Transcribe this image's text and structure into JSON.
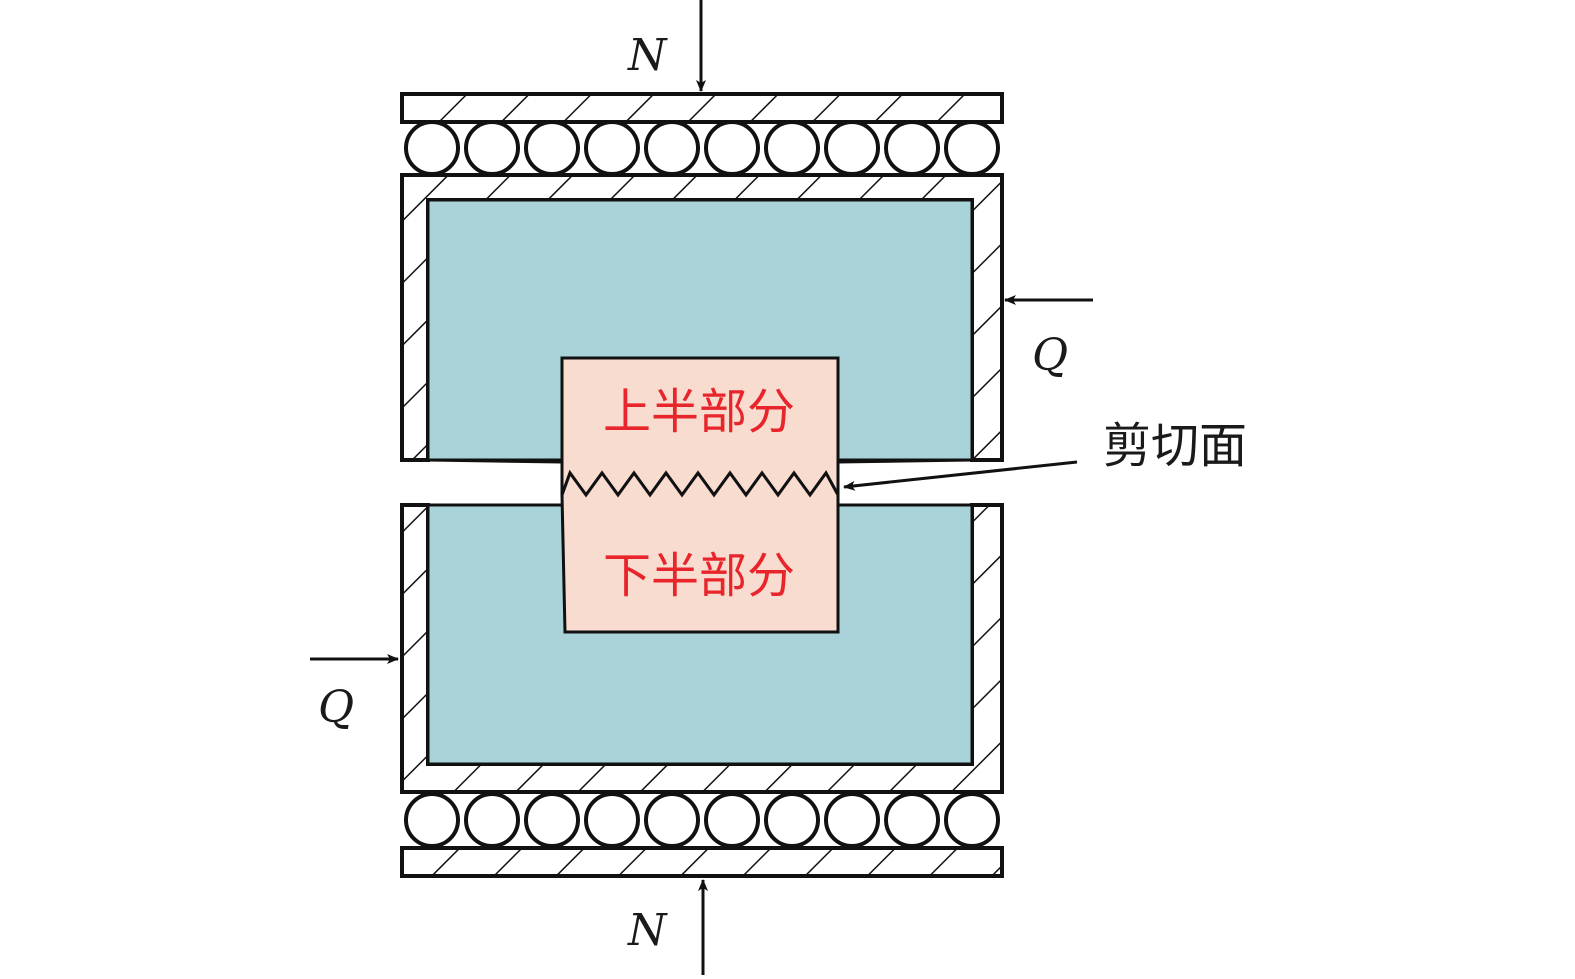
{
  "labels": {
    "force_n_top": "N",
    "force_n_bottom": "N",
    "force_q_right": "Q",
    "force_q_left": "Q",
    "upper_half": "上半部分",
    "lower_half": "下半部分",
    "shear_plane": "剪切面"
  },
  "colors": {
    "outline": "#111111",
    "soil": "#a9d3d9",
    "specimen": "#f7dccf",
    "red_text": "#e8252b",
    "background": "#ffffff"
  },
  "rollers": {
    "top_count": 10,
    "bottom_count": 10
  }
}
